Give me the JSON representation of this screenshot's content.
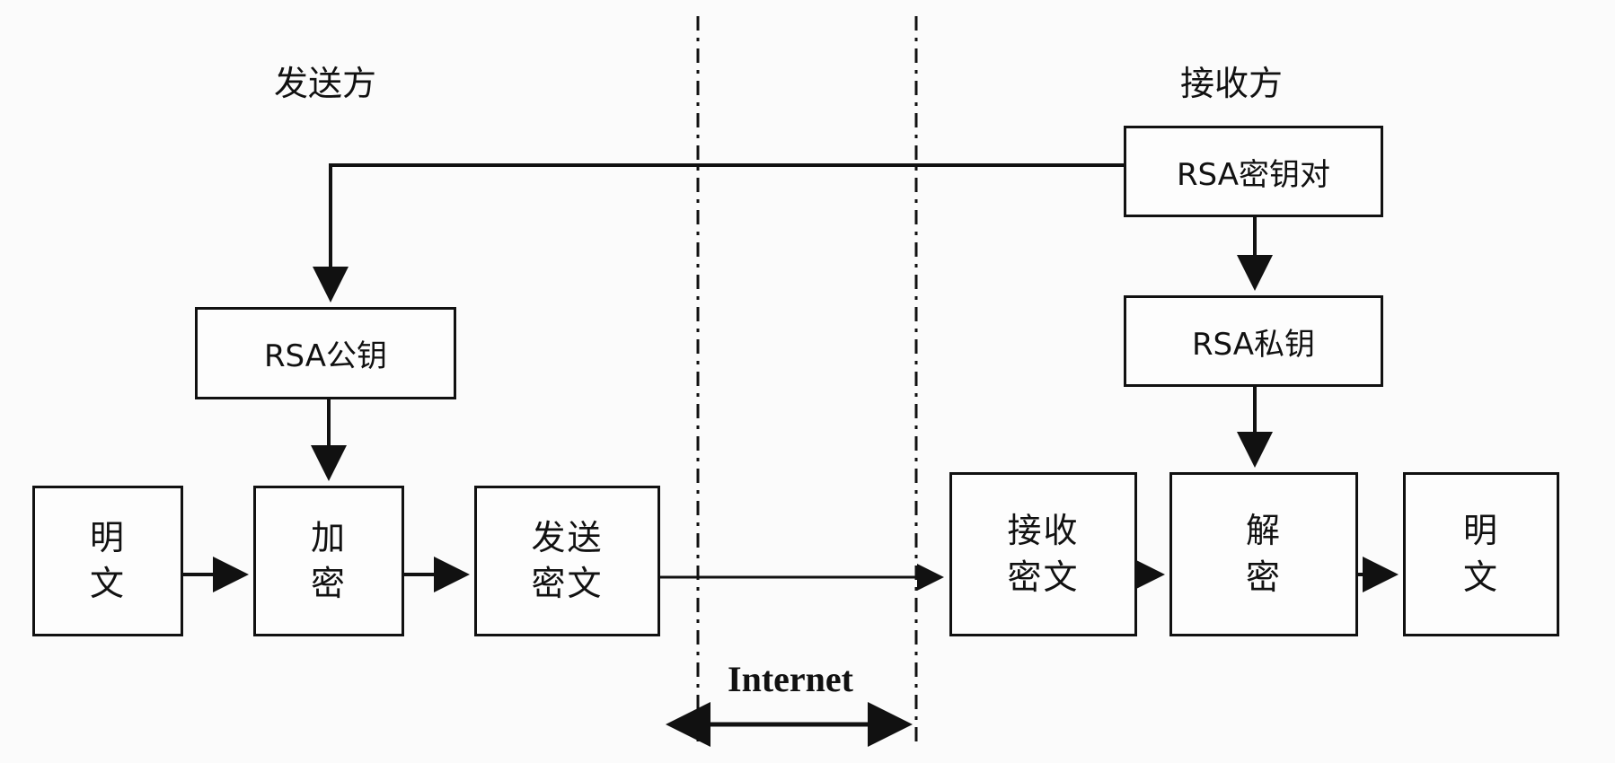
{
  "sender": {
    "title": "发送方",
    "public_key": "RSA公钥",
    "plaintext": [
      "明",
      "文"
    ],
    "encrypt": [
      "加",
      "密"
    ],
    "send_cipher": [
      "发送",
      "密文"
    ]
  },
  "network": {
    "label": "Internet"
  },
  "receiver": {
    "title": "接收方",
    "key_pair": "RSA密钥对",
    "private_key": "RSA私钥",
    "receive_cipher": [
      "接收",
      "密文"
    ],
    "decrypt": [
      "解",
      "密"
    ],
    "plaintext": [
      "明",
      "文"
    ]
  },
  "colors": {
    "line": "#111111",
    "box_border": "#111111",
    "background": "#fbfbfb"
  }
}
